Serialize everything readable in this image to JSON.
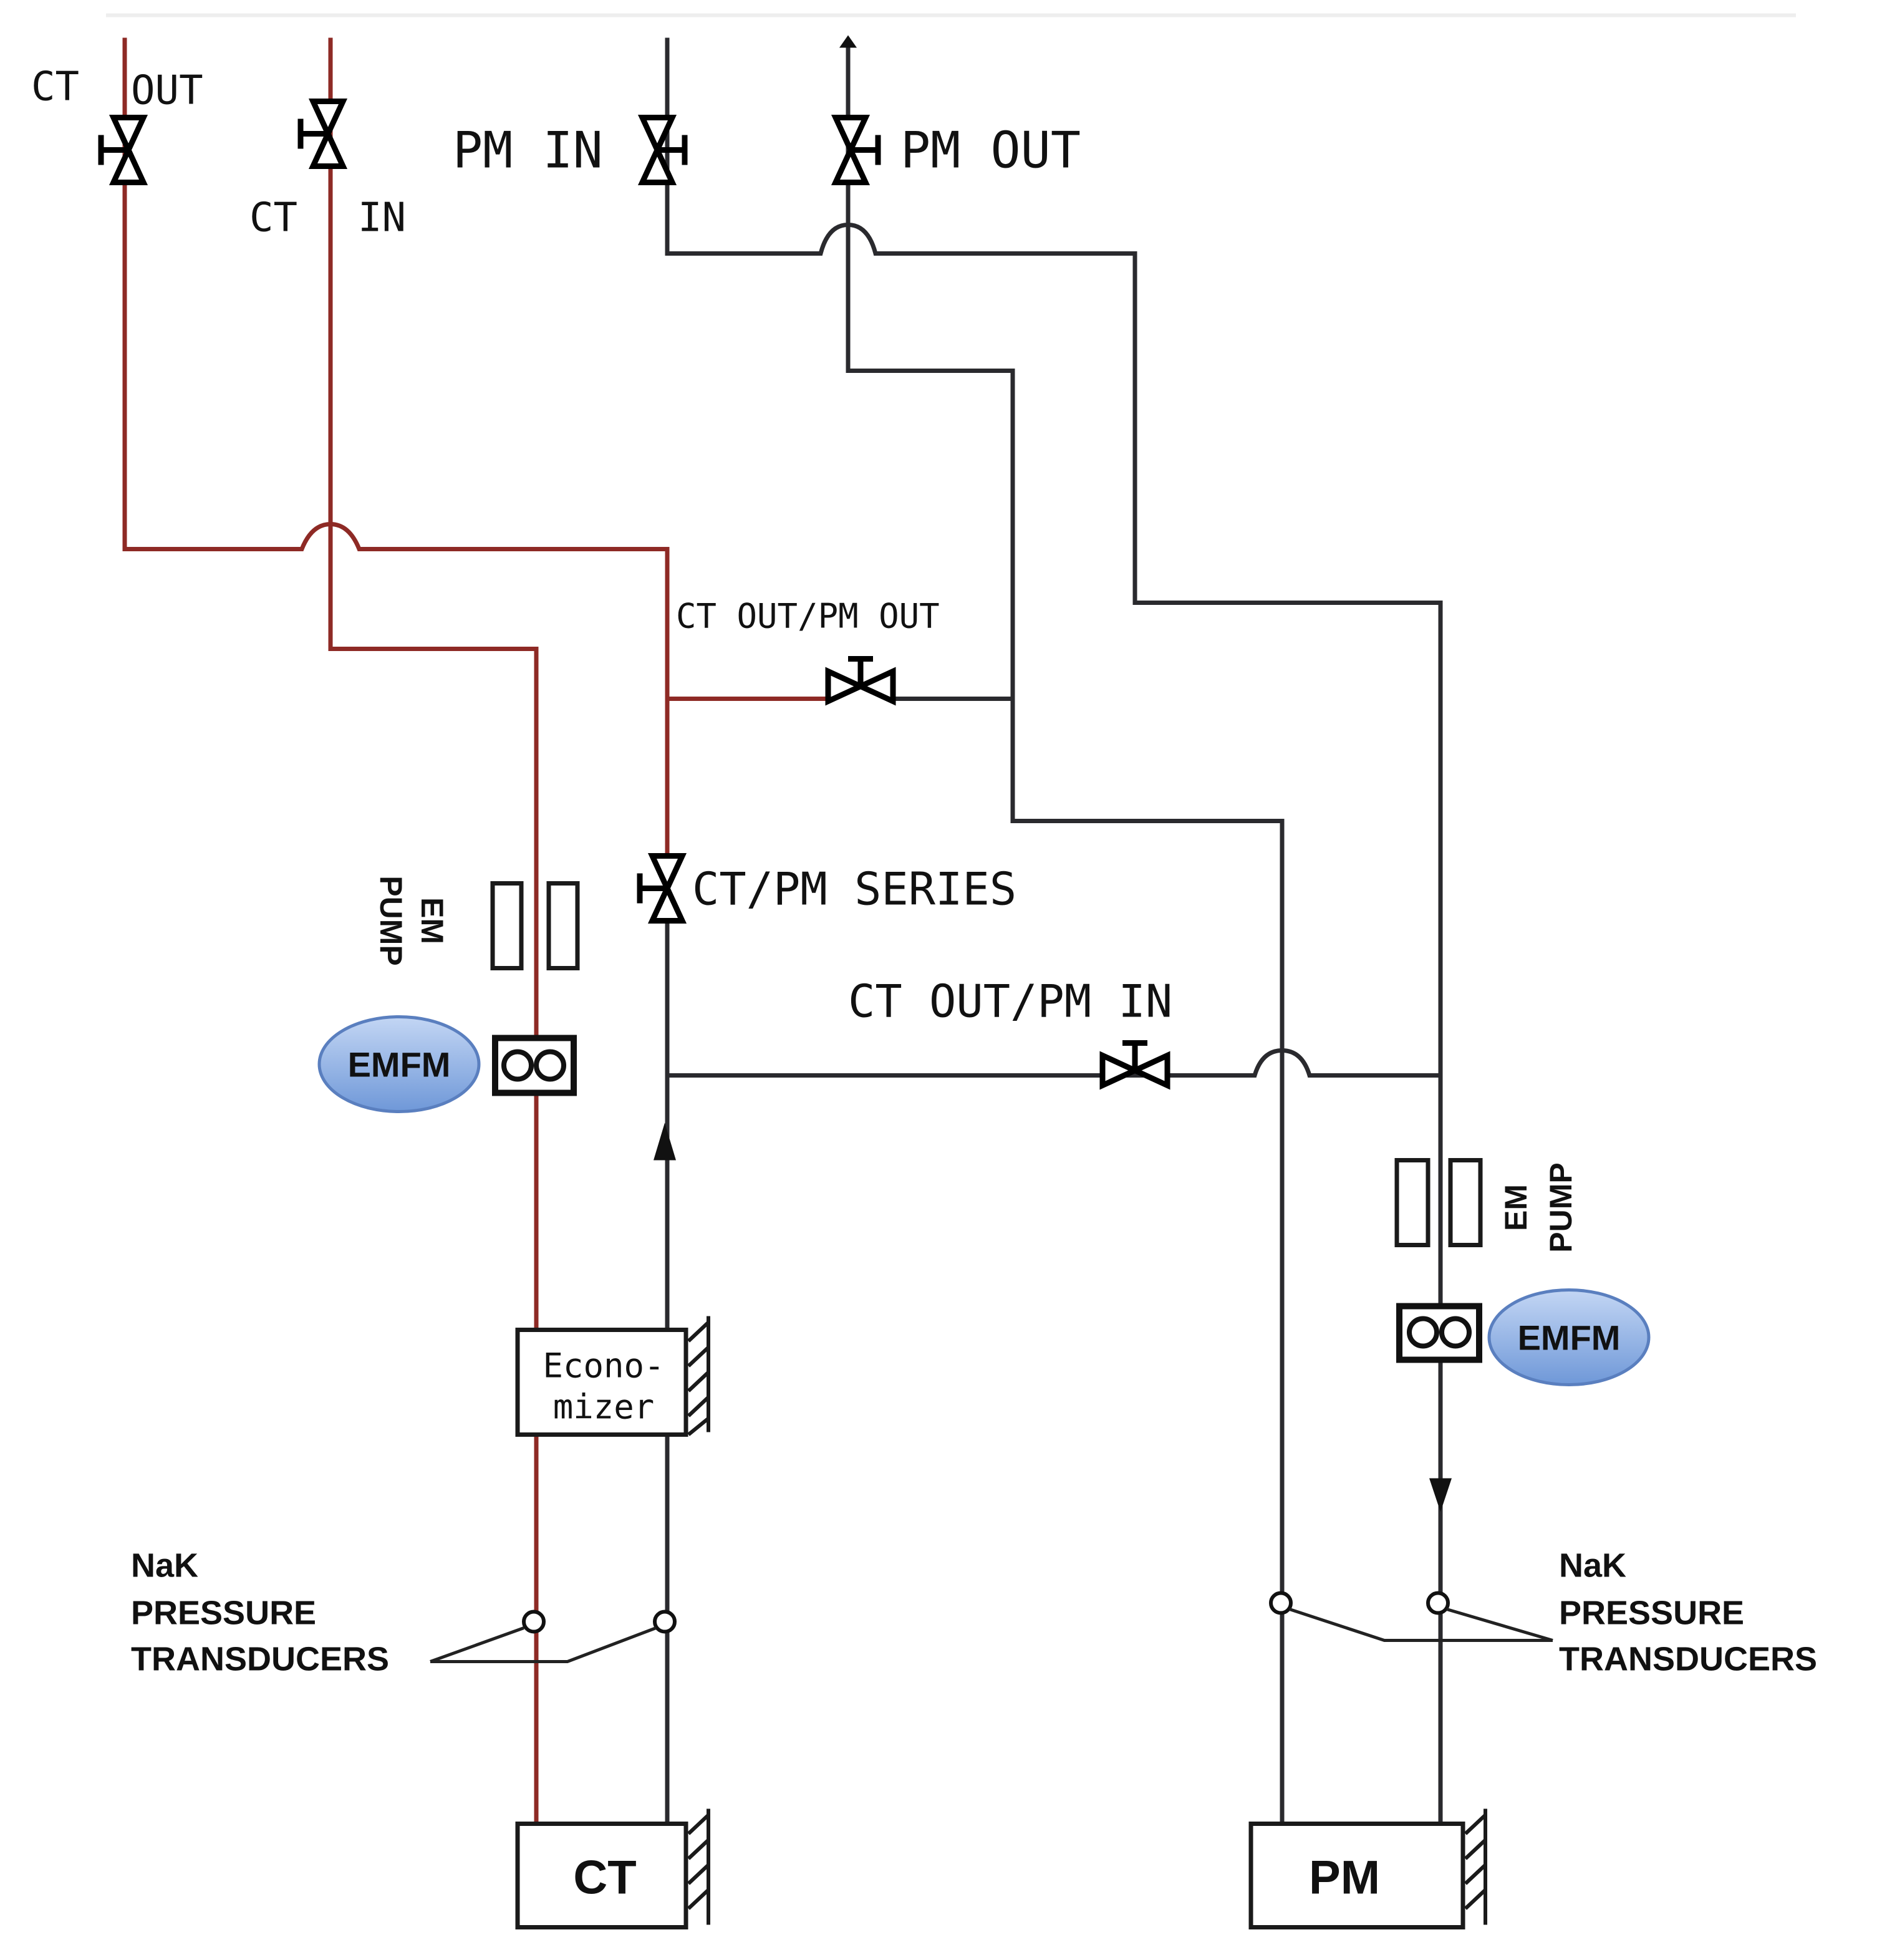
{
  "valves": {
    "ct_out": {
      "label_a": "CT",
      "label_b": "OUT"
    },
    "ct_in": {
      "label_a": "CT",
      "label_b": "IN"
    },
    "pm_in": {
      "label": "PM IN"
    },
    "pm_out": {
      "label": "PM OUT"
    },
    "ct_out_pm_out": {
      "label": "CT OUT/PM OUT"
    },
    "ct_pm_series": {
      "label": "CT/PM SERIES"
    },
    "ct_out_pm_in": {
      "label": "CT OUT/PM IN"
    }
  },
  "left_loop": {
    "em_pump": {
      "line1": "EM",
      "line2": "PUMP"
    },
    "emfm": "EMFM",
    "economizer": {
      "line1": "Econo-",
      "line2": "mizer"
    },
    "transducers": {
      "line1": "NaK",
      "line2": "PRESSURE",
      "line3": "TRANSDUCERS"
    },
    "tank": "CT"
  },
  "right_loop": {
    "em_pump": {
      "line1": "EM",
      "line2": "PUMP"
    },
    "emfm": "EMFM",
    "transducers": {
      "line1": "NaK",
      "line2": "PRESSURE",
      "line3": "TRANSDUCERS"
    },
    "tank": "PM"
  },
  "colors": {
    "hot_line": "#8e2a25",
    "line": "#2a2a2e",
    "emfm_fill": "#8fb0e6"
  }
}
